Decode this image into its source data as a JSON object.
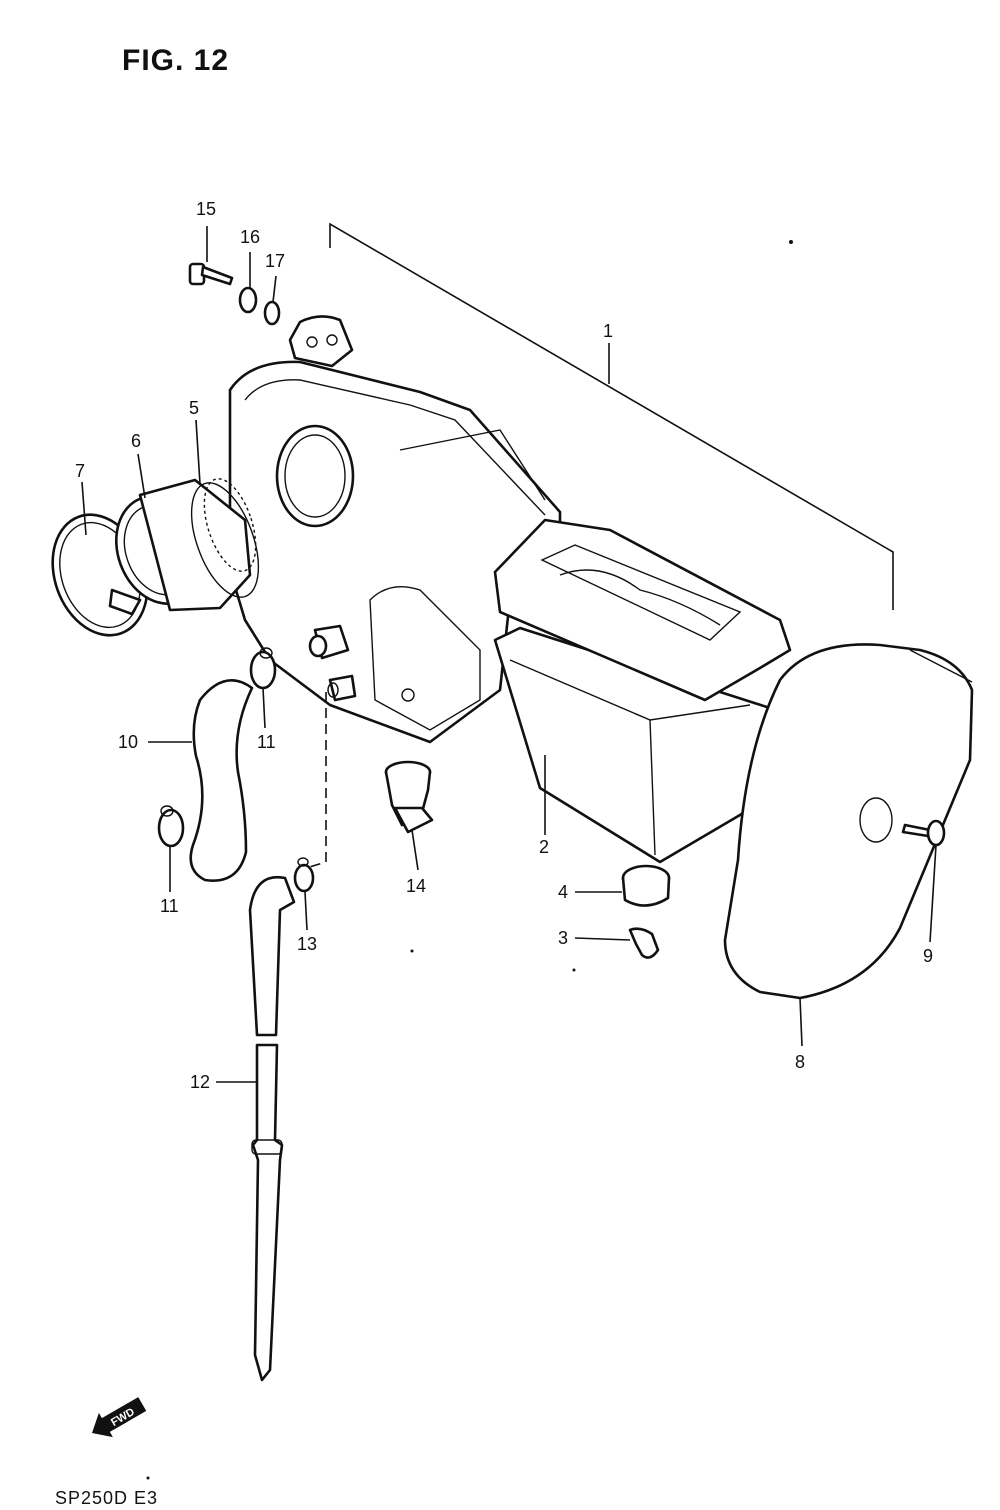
{
  "figure": {
    "title": "FIG. 12",
    "model_code": "SP250D E3",
    "fwd_label": "FWD"
  },
  "parts": [
    {
      "id": "p1",
      "number": "1"
    },
    {
      "id": "p2",
      "number": "2"
    },
    {
      "id": "p3",
      "number": "3"
    },
    {
      "id": "p4",
      "number": "4"
    },
    {
      "id": "p5",
      "number": "5"
    },
    {
      "id": "p6",
      "number": "6"
    },
    {
      "id": "p7",
      "number": "7"
    },
    {
      "id": "p8",
      "number": "8"
    },
    {
      "id": "p9",
      "number": "9"
    },
    {
      "id": "p10",
      "number": "10"
    },
    {
      "id": "p11a",
      "number": "11"
    },
    {
      "id": "p11b",
      "number": "11"
    },
    {
      "id": "p12",
      "number": "12"
    },
    {
      "id": "p13",
      "number": "13"
    },
    {
      "id": "p14",
      "number": "14"
    },
    {
      "id": "p15",
      "number": "15"
    },
    {
      "id": "p16",
      "number": "16"
    },
    {
      "id": "p17",
      "number": "17"
    }
  ]
}
